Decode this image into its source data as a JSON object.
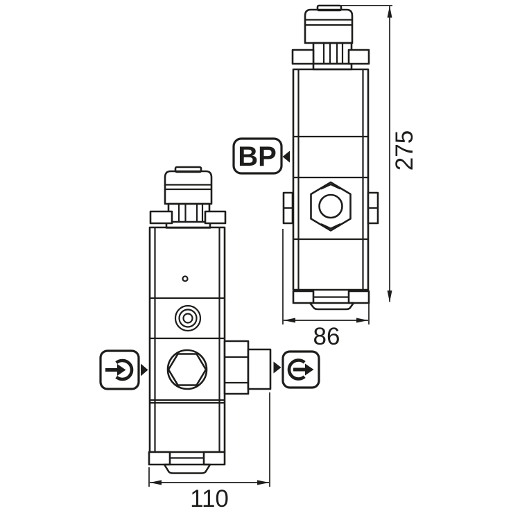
{
  "drawing": {
    "title": "valve-two-view-dimensional-drawing",
    "labels": {
      "bp_port": "BP"
    },
    "dimensions": {
      "front_width": "110",
      "side_width": "86",
      "side_height": "275"
    },
    "icons": {
      "inlet": "arrow-into-circle-icon",
      "outlet": "arrow-out-of-circle-icon",
      "bp_pointer": "triangle-left-icon",
      "inlet_pointer": "triangle-right-icon",
      "outlet_pointer": "triangle-right-icon"
    },
    "colors": {
      "line": "#1d1d1b",
      "background": "#ffffff"
    }
  }
}
